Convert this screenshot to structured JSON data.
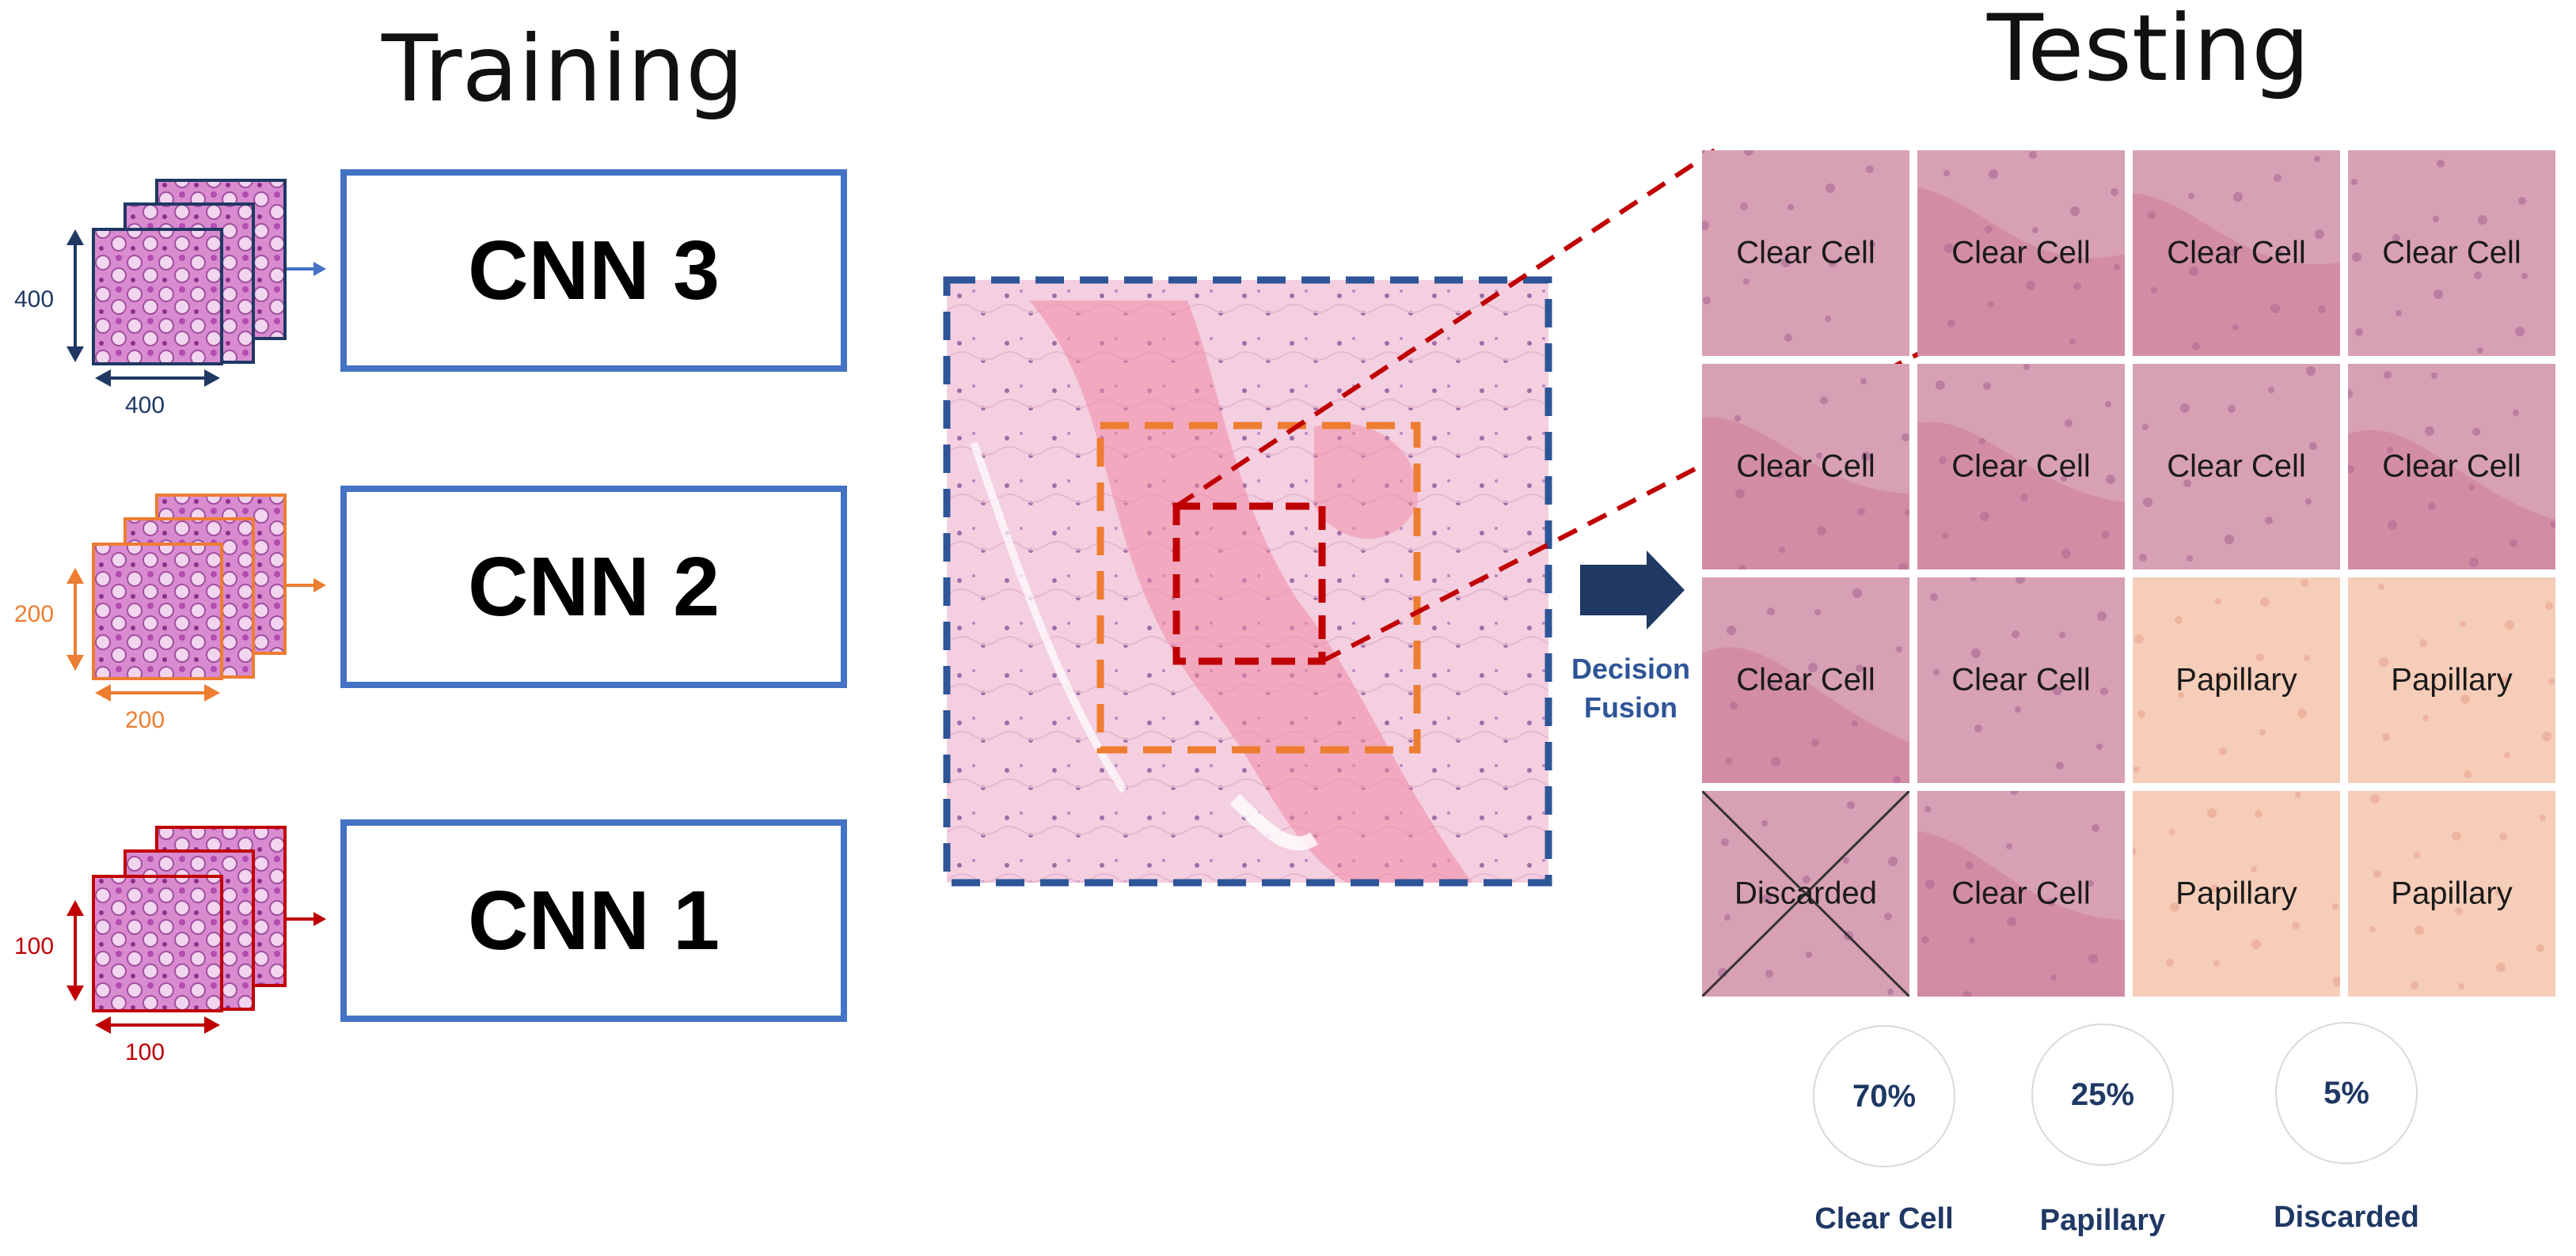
{
  "training": {
    "title": "Training",
    "models": [
      {
        "label": "CNN 3",
        "patch_size": "400",
        "color": "#1f3864"
      },
      {
        "label": "CNN 2",
        "patch_size": "200",
        "color": "#ed7d31"
      },
      {
        "label": "CNN 1",
        "patch_size": "100",
        "color": "#c00000"
      }
    ]
  },
  "testing": {
    "title": "Testing",
    "fusion_line1": "Decision",
    "fusion_line2": "Fusion",
    "grid": [
      [
        "Clear Cell",
        "Clear Cell",
        "Clear Cell",
        "Clear Cell"
      ],
      [
        "Clear Cell",
        "Clear Cell",
        "Clear Cell",
        "Clear Cell"
      ],
      [
        "Clear Cell",
        "Clear Cell",
        "Papillary",
        "Papillary"
      ],
      [
        "Discarded",
        "Clear Cell",
        "Papillary",
        "Papillary"
      ]
    ],
    "results": [
      {
        "percent": "70%",
        "label": "Clear Cell"
      },
      {
        "percent": "25%",
        "label": "Papillary"
      },
      {
        "percent": "5%",
        "label": "Discarded"
      }
    ]
  },
  "colors": {
    "box_border": "#4472c4",
    "navy": "#1f3864",
    "orange": "#ed7d31",
    "red": "#c00000",
    "tissue_pink": "#e8a3c4",
    "clear_cell_tile": "#d8a0b4",
    "papillary_tile": "#f6cdb8"
  }
}
